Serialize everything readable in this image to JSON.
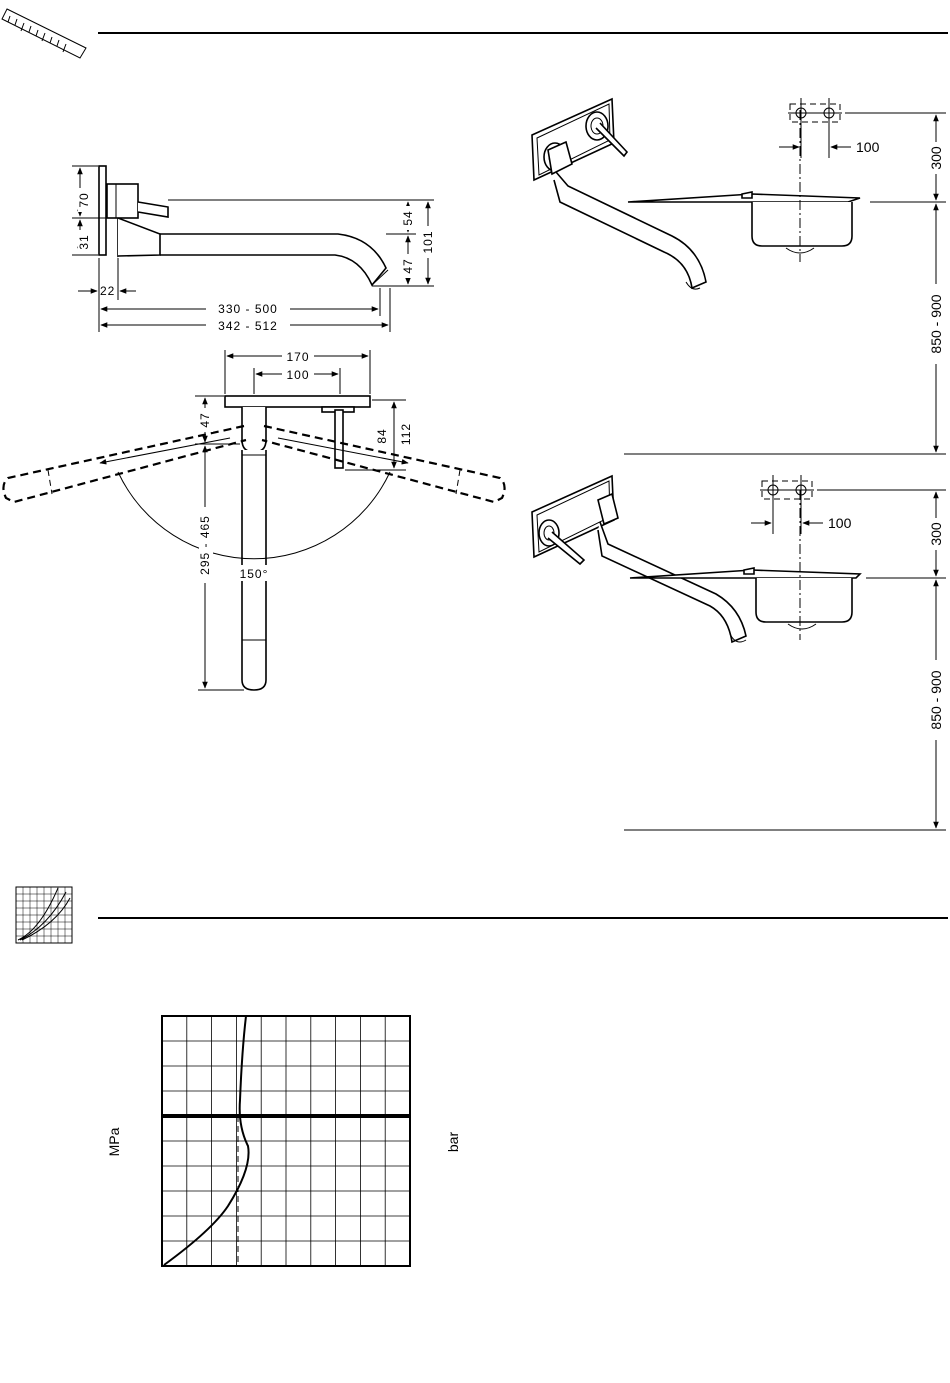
{
  "side_view": {
    "dims": {
      "d70": "70",
      "d31": "31",
      "d22": "22",
      "d54": "54",
      "d47": "47",
      "d101": "101",
      "d330_500": "330 - 500",
      "d342_512": "342 - 512"
    }
  },
  "top_view": {
    "dims": {
      "d170": "170",
      "d100": "100",
      "d47": "47",
      "d84": "84",
      "d112": "112",
      "d295_465": "295 - 465",
      "angle": "150°"
    }
  },
  "install_top": {
    "d100": "100",
    "d300": "300",
    "d850_900": "850 - 900"
  },
  "install_bottom": {
    "d100": "100",
    "d300": "300",
    "d850_900": "850 - 900"
  },
  "flow_chart": {
    "ylabel_left": "MPa",
    "ylabel_right": "bar"
  },
  "icons": [
    "ruler-icon",
    "flow-chart-icon"
  ]
}
